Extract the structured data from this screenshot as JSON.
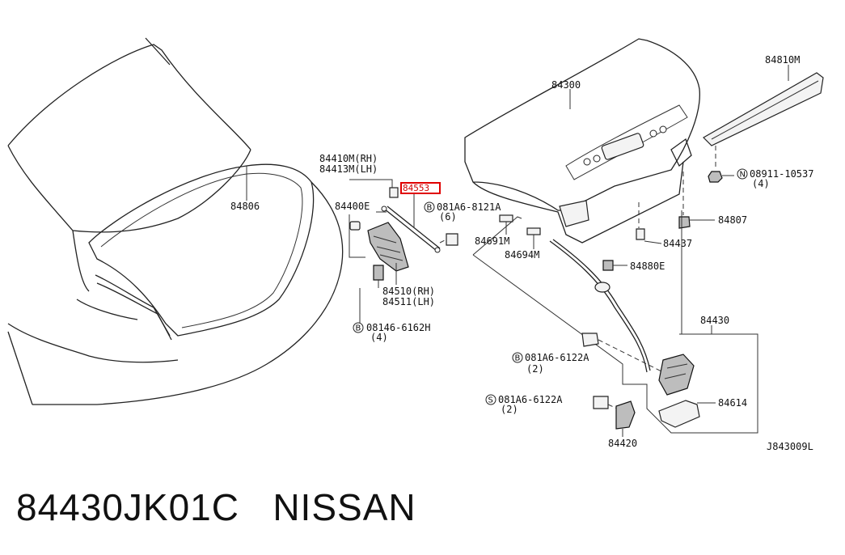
{
  "diagram": {
    "code": "J843009L",
    "highlighted_part": "84553",
    "labels": {
      "p84806": "84806",
      "p84410m": "84410M(RH)",
      "p84413m": "84413M(LH)",
      "p84400e": "84400E",
      "p84510": "84510(RH)",
      "p84511": "84511(LH)",
      "p08146": "08146-6162H",
      "p08146q": "(4)",
      "p081a6_8121": "081A6-8121A",
      "p081a6_8121q": "(6)",
      "p84300": "84300",
      "p84810m": "84810M",
      "p08911": "08911-10537",
      "p08911q": "(4)",
      "p84807": "84807",
      "p84691m": "84691M",
      "p84694m": "84694M",
      "p84437": "84437",
      "p84880e": "84880E",
      "p84430": "84430",
      "p081a6_6122_b": "081A6-6122A",
      "p081a6_6122_bq": "(2)",
      "p081a6_6122_s": "081A6-6122A",
      "p081a6_6122_sq": "(2)",
      "p84614": "84614",
      "p84420": "84420"
    },
    "circle_letters": {
      "b1": "B",
      "b2": "B",
      "b3": "B",
      "s1": "S",
      "n1": "N"
    }
  },
  "caption": {
    "part_number": "84430JK01C",
    "brand": "NISSAN"
  }
}
